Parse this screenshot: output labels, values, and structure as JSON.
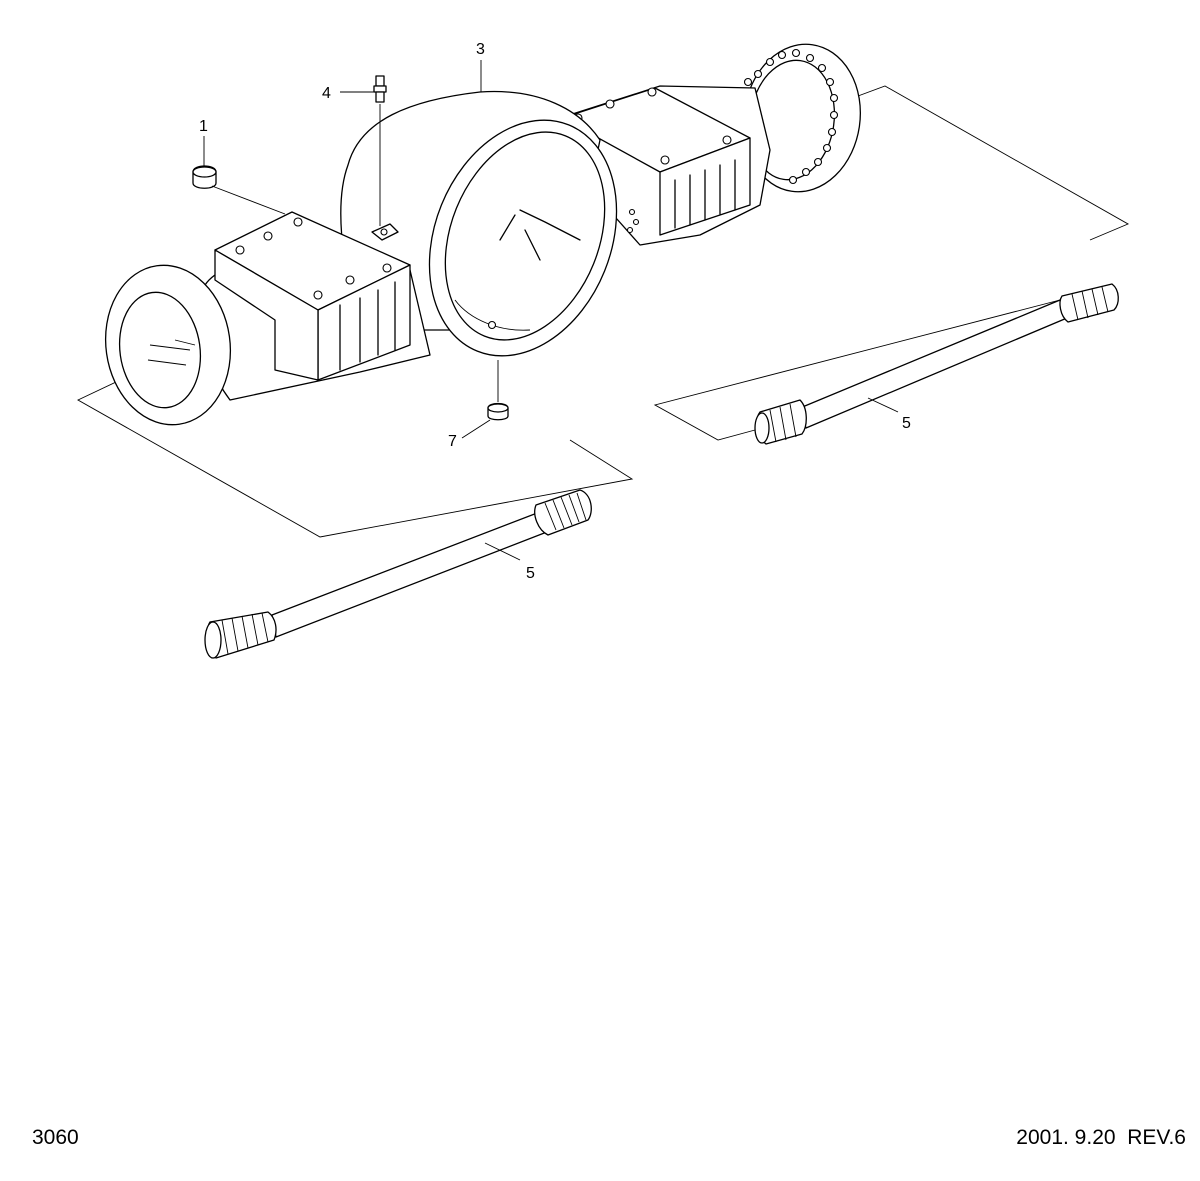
{
  "callouts": {
    "c1": "1",
    "c3": "3",
    "c4": "4",
    "c5a": "5",
    "c5b": "5",
    "c7": "7"
  },
  "footer": {
    "page_number": "3060",
    "revision": "2001. 9.20  REV.6"
  }
}
